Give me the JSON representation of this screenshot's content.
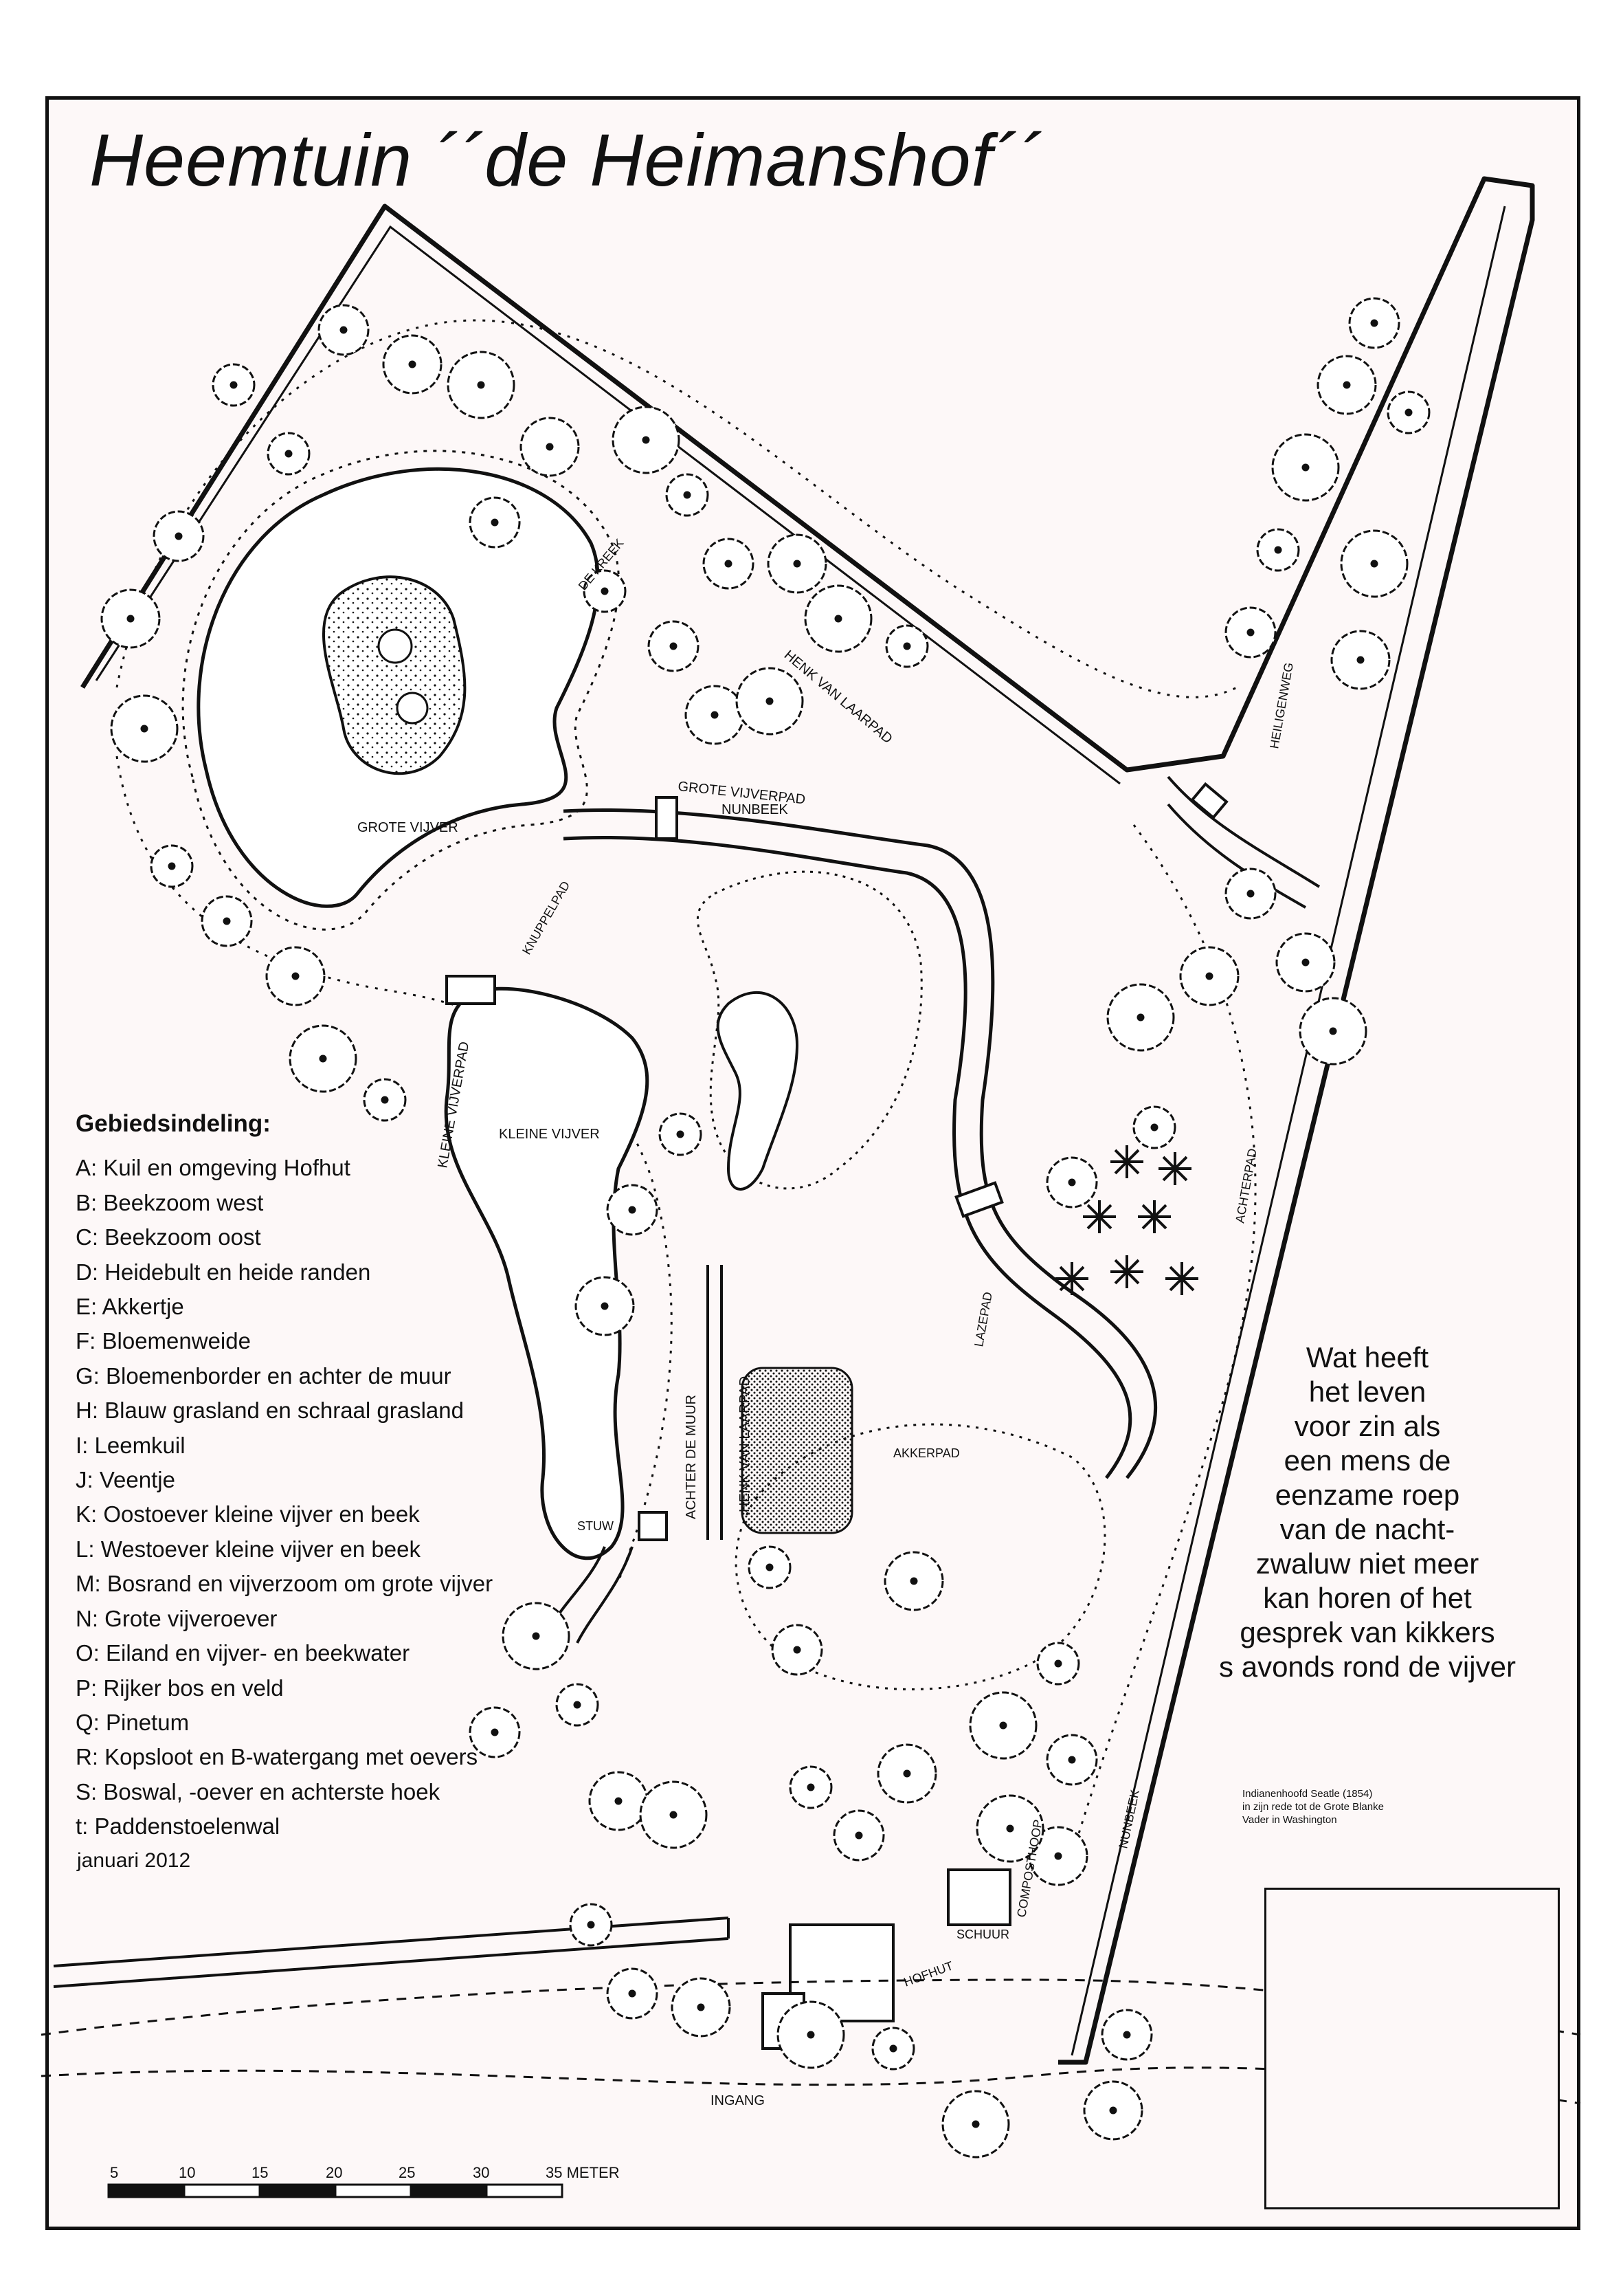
{
  "title": "Heemtuin ´´de Heimanshof´´",
  "map_labels": {
    "grote_vijver": "GROTE VIJVER",
    "kleine_vijver": "KLEINE VIJVER",
    "nunbeek_top": "NUNBEEK",
    "nunbeek_right": "NUNBEEK",
    "grote_vijverpad": "GROTE VIJVERPAD",
    "henk_van_laarpad_top": "HENK VAN LAARPAD",
    "henk_van_laarpad_mid": "HENK VAN LAARPAD",
    "de_kreek": "DE KREEK",
    "kleine_vijverpad": "KLEINE VIJVERPAD",
    "knuppelpad": "KNUPPELPAD",
    "achter_de_muur": "ACHTER DE MUUR",
    "stuw": "STUW",
    "akkerpad": "AKKERPAD",
    "lazepad": "LAZEPAD",
    "achterpad": "ACHTERPAD",
    "heiligenwegje": "HEILIGENWEG",
    "schuur": "SCHUUR",
    "hofhut": "HOFHUT",
    "compost": "COMPOSTHOOP",
    "ingang": "INGANG"
  },
  "legend": {
    "title": "Gebiedsindeling:",
    "items": [
      "A:  Kuil en omgeving Hofhut",
      "B: Beekzoom west",
      "C: Beekzoom oost",
      "D: Heidebult en heide randen",
      "E: Akkertje",
      "F: Bloemenweide",
      "G: Bloemenborder en achter de muur",
      "H: Blauw grasland en schraal grasland",
      "I: Leemkuil",
      "J: Veentje",
      "K: Oostoever kleine vijver en beek",
      "L: Westoever kleine vijver en beek",
      "M: Bosrand en vijverzoom om grote vijver",
      "N: Grote vijveroever",
      "O: Eiland en vijver- en beekwater",
      "P: Rijker bos en veld",
      "Q: Pinetum",
      "R: Kopsloot en B-watergang met oevers",
      "S: Boswal, -oever en achterste hoek",
      " t: Paddenstoelenwal"
    ],
    "date": "januari 2012"
  },
  "poem": {
    "lines": [
      "Wat heeft",
      "het leven",
      "voor zin als",
      "een mens de",
      "eenzame roep",
      "van de nacht-",
      "zwaluw niet meer",
      "kan horen of het",
      "gesprek van kikkers",
      "s avonds rond de vijver"
    ],
    "attribution": [
      "Indianenhoofd Seatle (1854)",
      "in zijn rede tot de Grote Blanke",
      "Vader in Washington"
    ]
  },
  "scale": {
    "labels": [
      "5",
      "10",
      "15",
      "20",
      "25",
      "30",
      "35 METER"
    ]
  },
  "colors": {
    "ink": "#111111",
    "paper": "#fdf8f8",
    "water": "#ffffff"
  }
}
